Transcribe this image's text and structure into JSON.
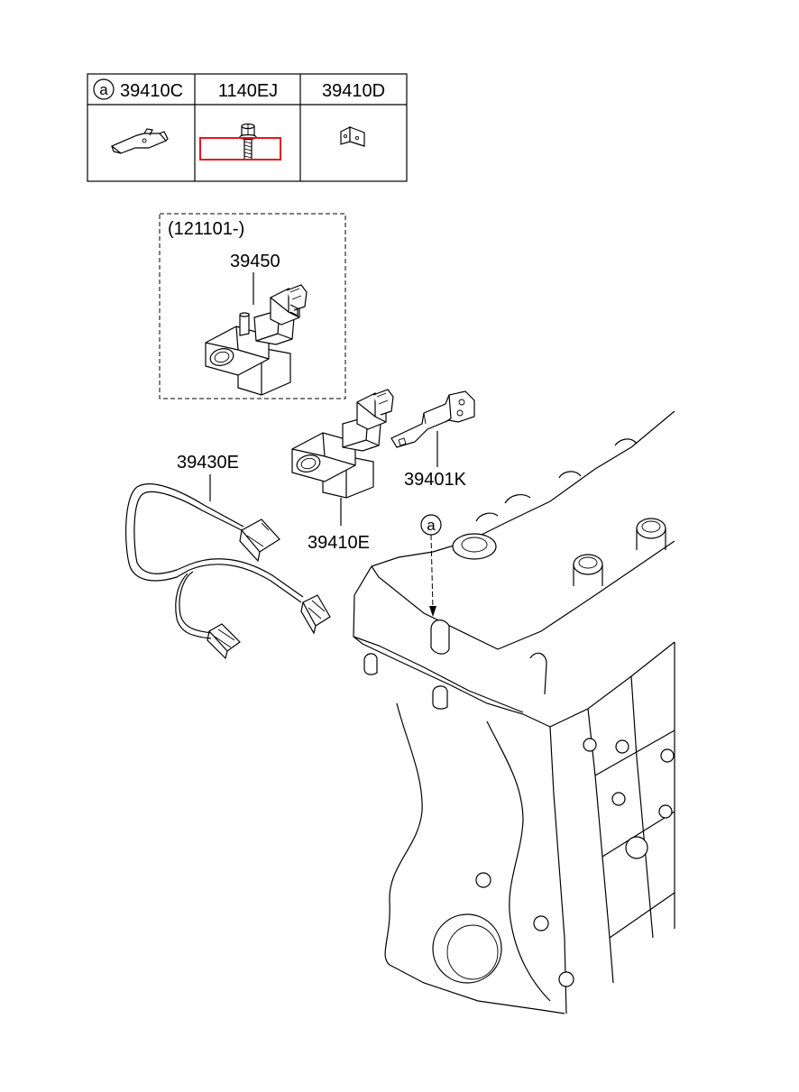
{
  "legend_table": {
    "circle_marker": "a",
    "headers": [
      "39410C",
      "1140EJ",
      "39410D"
    ],
    "highlight_color": "#e8141c"
  },
  "group_box": {
    "date_range": "(121101-)"
  },
  "callouts": {
    "p39450": "39450",
    "p39430E": "39430E",
    "p39401K": "39401K",
    "p39410E": "39410E",
    "ref_a": "a"
  }
}
